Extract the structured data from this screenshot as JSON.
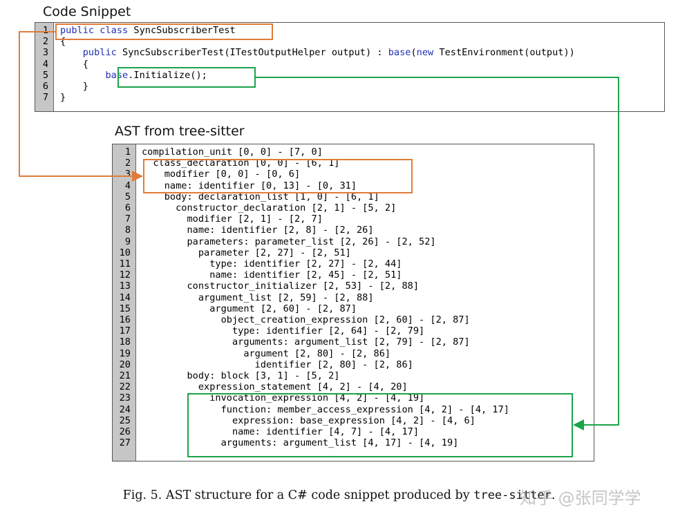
{
  "code_section": {
    "title": "Code Snippet",
    "lines": [
      {
        "n": "1",
        "parts": [
          {
            "t": "public class",
            "kw": true
          },
          {
            "t": " SyncSubscriberTest"
          }
        ]
      },
      {
        "n": "2",
        "parts": [
          {
            "t": "{"
          }
        ]
      },
      {
        "n": "3",
        "parts": [
          {
            "t": "    "
          },
          {
            "t": "public",
            "kw": true
          },
          {
            "t": " SyncSubscriberTest(ITestOutputHelper output) : "
          },
          {
            "t": "base",
            "kw": true
          },
          {
            "t": "("
          },
          {
            "t": "new",
            "kw": true
          },
          {
            "t": " TestEnvironment(output))"
          }
        ]
      },
      {
        "n": "4",
        "parts": [
          {
            "t": "    {"
          }
        ]
      },
      {
        "n": "5",
        "parts": [
          {
            "t": "        "
          },
          {
            "t": "base",
            "kw": true
          },
          {
            "t": ".Initialize();"
          }
        ]
      },
      {
        "n": "6",
        "parts": [
          {
            "t": "    }"
          }
        ]
      },
      {
        "n": "7",
        "parts": [
          {
            "t": "}"
          }
        ]
      }
    ]
  },
  "ast_section": {
    "title": "AST from tree-sitter",
    "lines": [
      {
        "n": "1",
        "text": "compilation_unit [0, 0] - [7, 0]"
      },
      {
        "n": "2",
        "text": "  class_declaration [0, 0] - [6, 1]"
      },
      {
        "n": "3",
        "text": "    modifier [0, 0] - [0, 6]"
      },
      {
        "n": "4",
        "text": "    name: identifier [0, 13] - [0, 31]"
      },
      {
        "n": "5",
        "text": "    body: declaration_list [1, 0] - [6, 1]"
      },
      {
        "n": "6",
        "text": "      constructor_declaration [2, 1] - [5, 2]"
      },
      {
        "n": "7",
        "text": "        modifier [2, 1] - [2, 7]"
      },
      {
        "n": "8",
        "text": "        name: identifier [2, 8] - [2, 26]"
      },
      {
        "n": "9",
        "text": "        parameters: parameter_list [2, 26] - [2, 52]"
      },
      {
        "n": "10",
        "text": "          parameter [2, 27] - [2, 51]"
      },
      {
        "n": "11",
        "text": "            type: identifier [2, 27] - [2, 44]"
      },
      {
        "n": "12",
        "text": "            name: identifier [2, 45] - [2, 51]"
      },
      {
        "n": "13",
        "text": "        constructor_initializer [2, 53] - [2, 88]"
      },
      {
        "n": "14",
        "text": "          argument_list [2, 59] - [2, 88]"
      },
      {
        "n": "15",
        "text": "            argument [2, 60] - [2, 87]"
      },
      {
        "n": "16",
        "text": "              object_creation_expression [2, 60] - [2, 87]"
      },
      {
        "n": "17",
        "text": "                type: identifier [2, 64] - [2, 79]"
      },
      {
        "n": "18",
        "text": "                arguments: argument_list [2, 79] - [2, 87]"
      },
      {
        "n": "19",
        "text": "                  argument [2, 80] - [2, 86]"
      },
      {
        "n": "20",
        "text": "                    identifier [2, 80] - [2, 86]"
      },
      {
        "n": "21",
        "text": "        body: block [3, 1] - [5, 2]"
      },
      {
        "n": "22",
        "text": "          expression_statement [4, 2] - [4, 20]"
      },
      {
        "n": "23",
        "text": "            invocation_expression [4, 2] - [4, 19]"
      },
      {
        "n": "24",
        "text": "              function: member_access_expression [4, 2] - [4, 17]"
      },
      {
        "n": "25",
        "text": "                expression: base_expression [4, 2] - [4, 6]"
      },
      {
        "n": "26",
        "text": "                name: identifier [4, 7] - [4, 17]"
      },
      {
        "n": "27",
        "text": "              arguments: argument_list [4, 17] - [4, 19]"
      }
    ]
  },
  "caption": {
    "prefix": "Fig. 5.  AST structure for a C# code snippet produced by ",
    "tool": "tree-sitter",
    "suffix": "."
  },
  "watermark": "知乎 @张同学学",
  "colors": {
    "keyword": "#1f2fb5",
    "highlight_orange": "#e07b39",
    "highlight_green": "#1aa34a",
    "gutter": "#c6c6c6"
  }
}
